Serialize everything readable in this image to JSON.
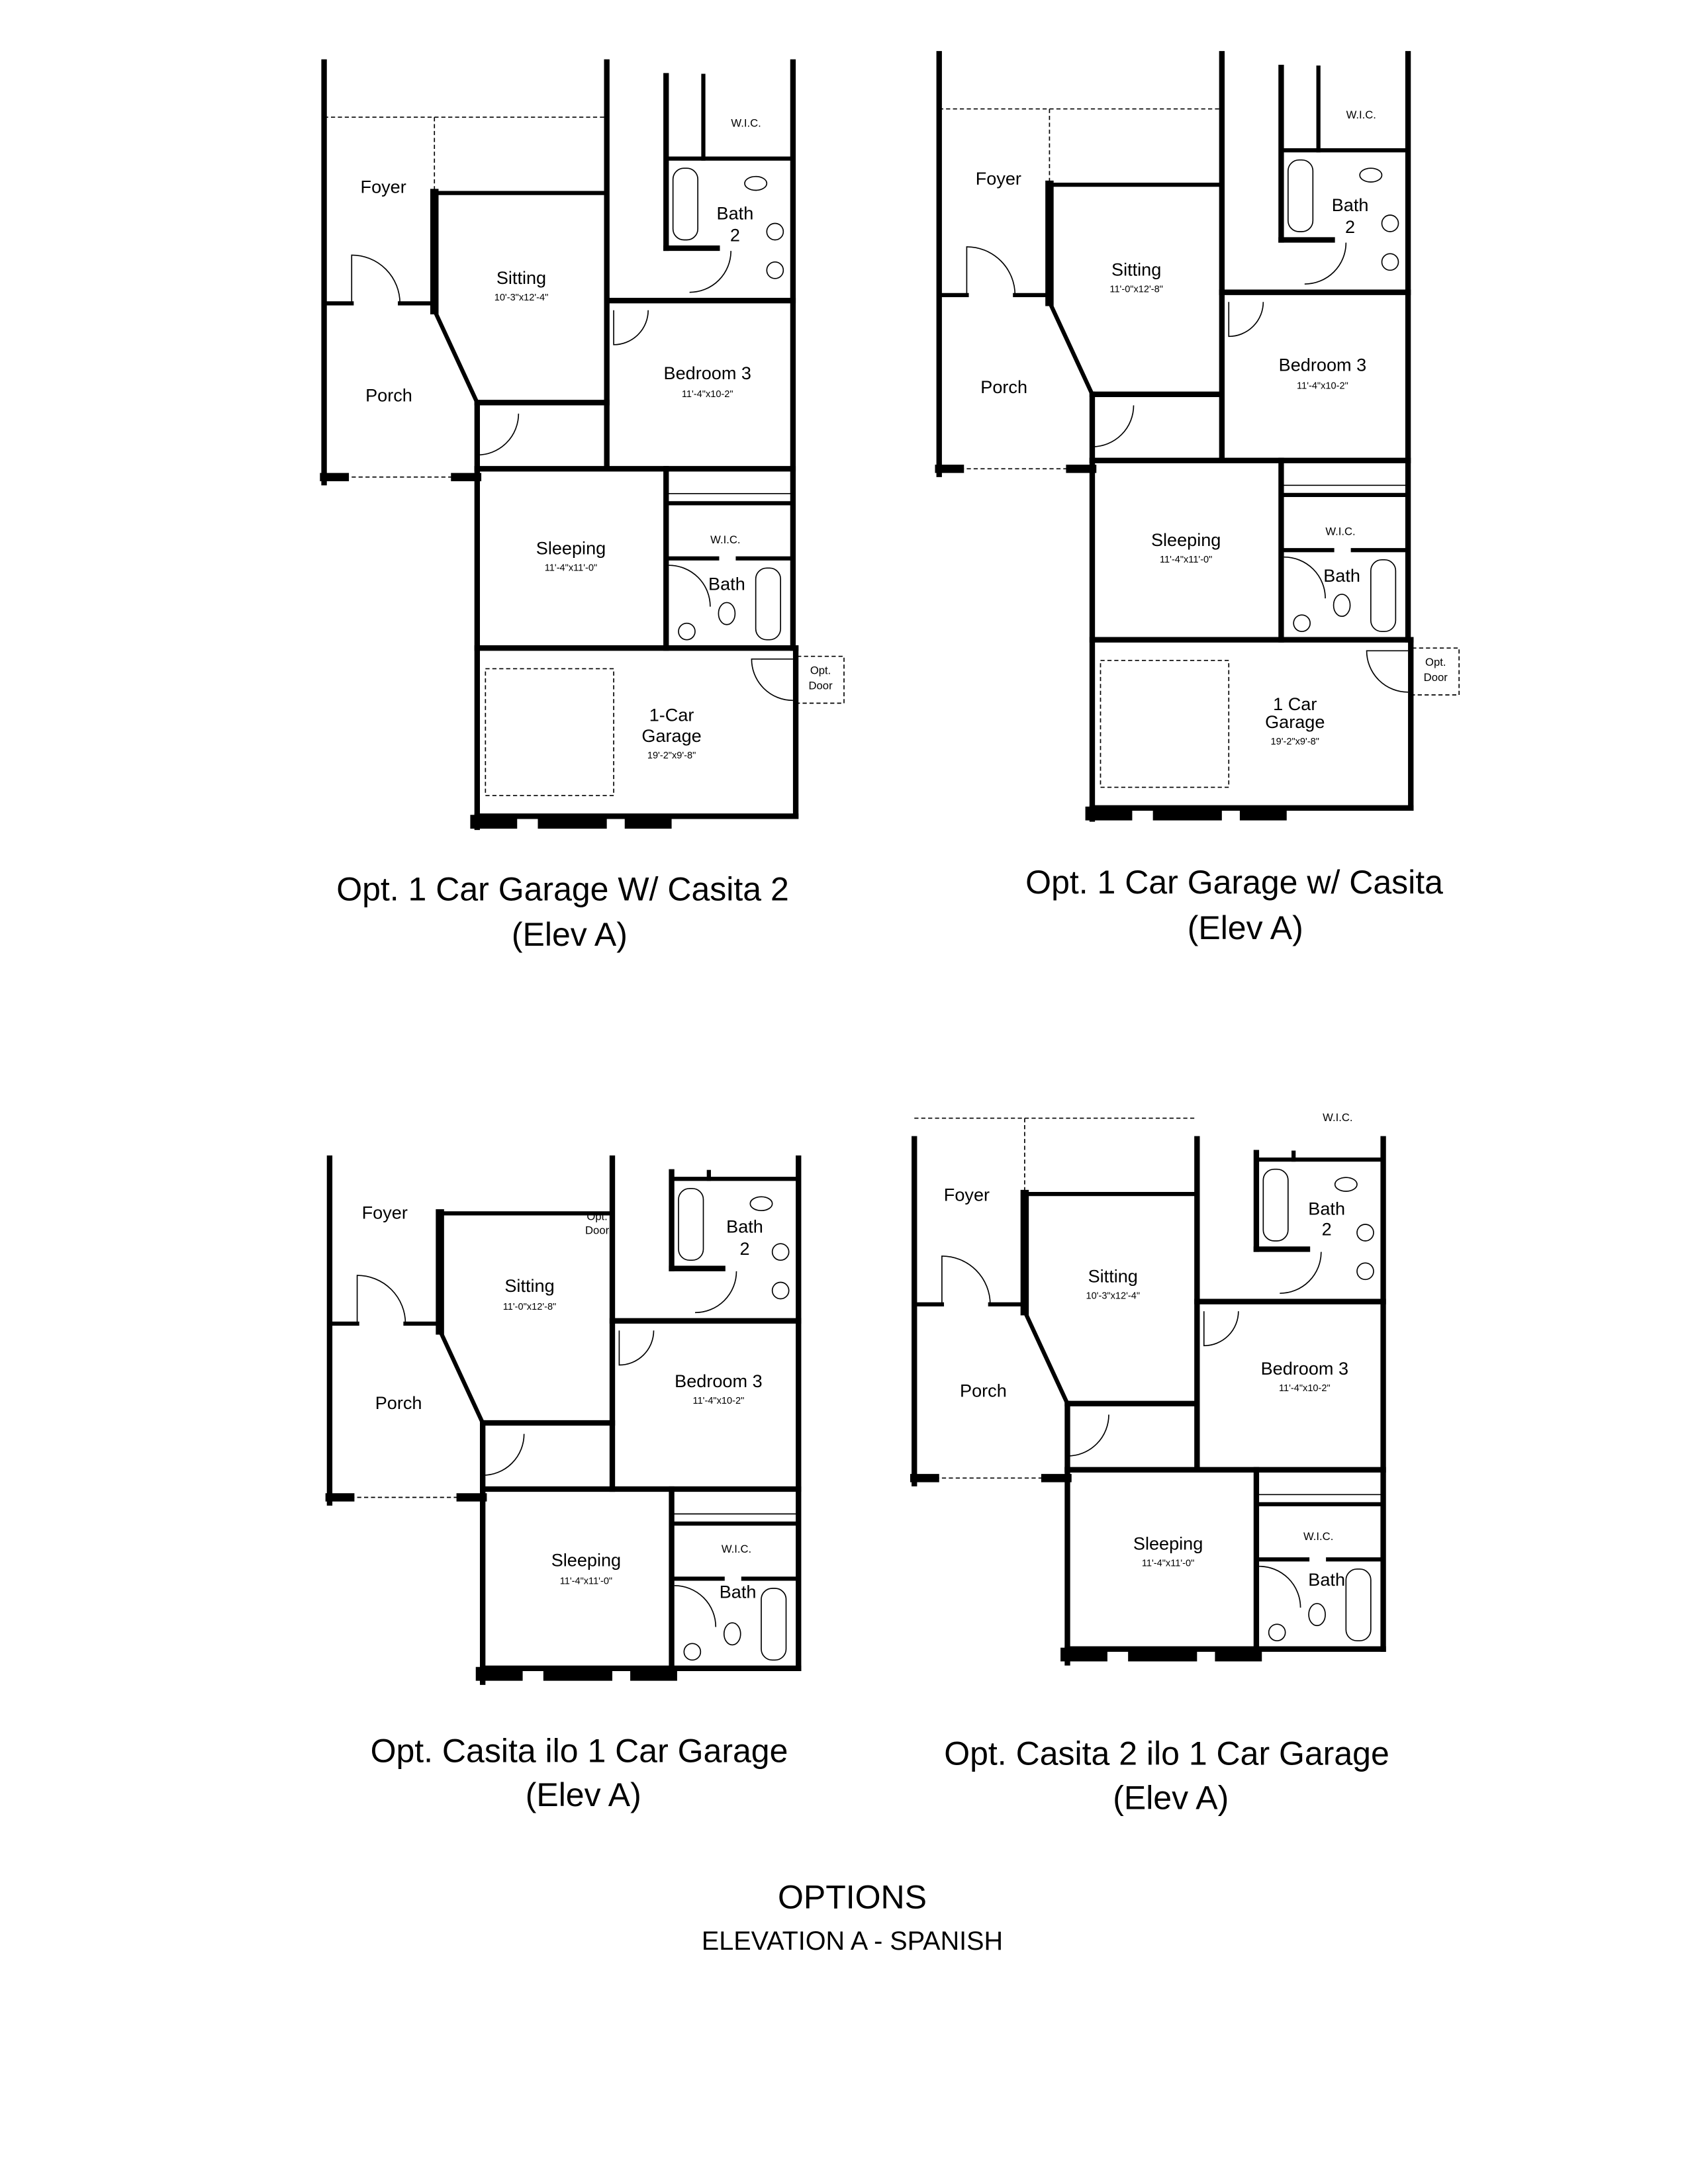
{
  "plans": [
    {
      "title": "Opt. 1 Car Garage W/ Casita 2",
      "elevation": "(Elev A)",
      "has_garage": true,
      "rooms": {
        "foyer": "Foyer",
        "sitting": "Sitting",
        "sitting_dim": "10'-3\"x12'-4\"",
        "porch": "Porch",
        "bedroom3": "Bedroom 3",
        "bedroom3_dim": "11'-4\"x10-2\"",
        "bath2_a": "Bath",
        "bath2_b": "2",
        "wic_top": "W.I.C.",
        "sleeping": "Sleeping",
        "sleeping_dim": "11'-4\"x11'-0\"",
        "wic": "W.I.C.",
        "bath": "Bath",
        "garage_a": "1-Car",
        "garage_b": "Garage",
        "garage_dim": "19'-2\"x9'-8\"",
        "opt_door_a": "Opt.",
        "opt_door_b": "Door"
      }
    },
    {
      "title": "Opt. 1 Car Garage w/ Casita",
      "elevation": "(Elev A)",
      "has_garage": true,
      "rooms": {
        "foyer": "Foyer",
        "sitting": "Sitting",
        "sitting_dim": "11'-0\"x12'-8\"",
        "porch": "Porch",
        "bedroom3": "Bedroom 3",
        "bedroom3_dim": "11'-4\"x10-2\"",
        "bath2_a": "Bath",
        "bath2_b": "2",
        "wic_top": "W.I.C.",
        "sleeping": "Sleeping",
        "sleeping_dim": "11'-4\"x11'-0\"",
        "wic": "W.I.C.",
        "bath": "Bath",
        "garage_a": "1 Car",
        "garage_b": "Garage",
        "garage_dim": "19'-2\"x9'-8\"",
        "opt_door_a": "Opt.",
        "opt_door_b": "Door"
      }
    },
    {
      "title": "Opt. Casita  ilo 1 Car Garage",
      "elevation": "(Elev A)",
      "has_garage": false,
      "rooms": {
        "foyer": "Foyer",
        "sitting": "Sitting",
        "sitting_dim": "11'-0\"x12'-8\"",
        "porch": "Porch",
        "bedroom3": "Bedroom 3",
        "bedroom3_dim": "11'-4\"x10-2\"",
        "bath2_a": "Bath",
        "bath2_b": "2",
        "sleeping": "Sleeping",
        "sleeping_dim": "11'-4\"x11'-0\"",
        "wic": "W.I.C.",
        "bath": "Bath",
        "opt_door_a": "Opt.",
        "opt_door_b": "Door"
      }
    },
    {
      "title": "Opt. Casita  2 ilo 1 Car Garage",
      "elevation": "(Elev A)",
      "has_garage": false,
      "rooms": {
        "foyer": "Foyer",
        "sitting": "Sitting",
        "sitting_dim": "10'-3\"x12'-4\"",
        "porch": "Porch",
        "bedroom3": "Bedroom 3",
        "bedroom3_dim": "11'-4\"x10-2\"",
        "bath2_a": "Bath",
        "bath2_b": "2",
        "wic_top": "W.I.C.",
        "sleeping": "Sleeping",
        "sleeping_dim": "11'-4\"x11'-0\"",
        "wic": "W.I.C.",
        "bath": "Bath"
      }
    }
  ],
  "footer": {
    "title": "OPTIONS",
    "subtitle": "ELEVATION A - SPANISH"
  }
}
